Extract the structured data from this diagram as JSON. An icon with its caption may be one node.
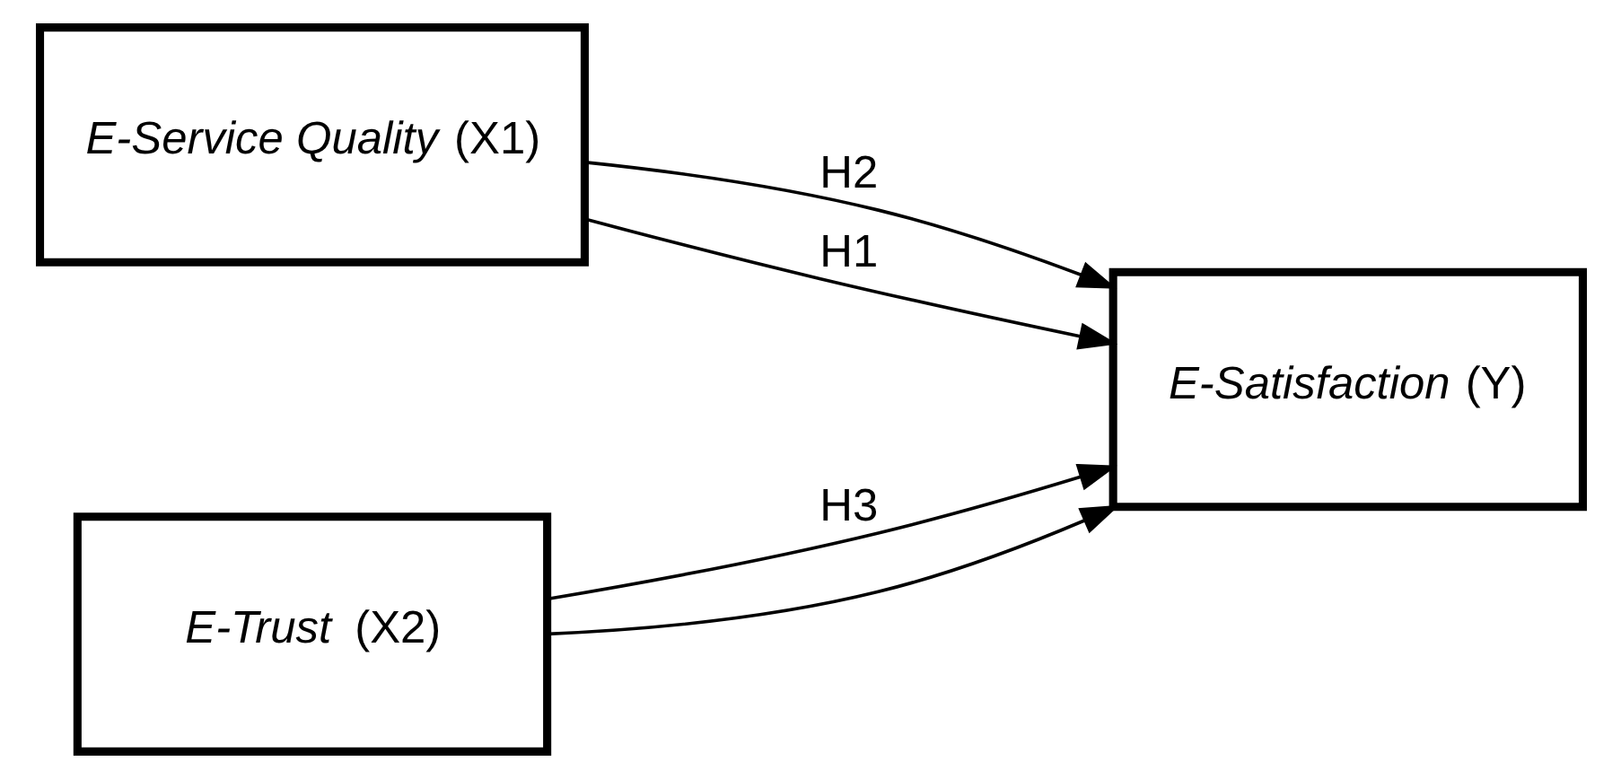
{
  "diagram": {
    "nodes": [
      {
        "text": [
          "*E-Service Quality* (X1)"
        ]
      },
      {
        "text": [
          "*E-Trust* (X2)"
        ]
      },
      {
        "text": [
          "*E-Satisfaction* (Y)"
        ]
      }
    ],
    "edges": [
      {
        "from": 0,
        "to": 2,
        "arrow": "to",
        "label": "H2"
      },
      {
        "from": 1,
        "to": 2,
        "arrow": "to",
        "label": "H3"
      },
      {
        "from": 0,
        "to": 2,
        "arrow": "to",
        "label": "H1"
      },
      {
        "from": 1,
        "to": 2,
        "arrow": "to"
      }
    ]
  }
}
